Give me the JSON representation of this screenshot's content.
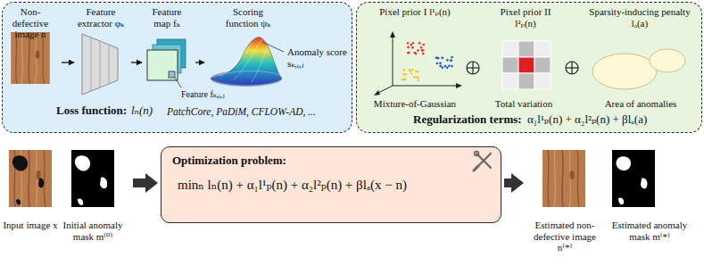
{
  "diagram": {
    "nodes": [
      {
        "text": [
          "Loss function:",
          "lₙ(n)",
          "PatchCore, PaDiM, CFLOW-AD, ..."
        ]
      },
      {
        "text": [
          "Non-defective image n"
        ],
        "in": 0
      },
      {
        "text": [
          "Feature extractor φₖ"
        ],
        "in": 0
      },
      {
        "text": [
          "Feature map fₖ"
        ],
        "in": 0
      },
      {
        "text": [
          "Scoring function ψₖ"
        ],
        "in": 0
      },
      {
        "text": [
          "Regularization terms:",
          "α₁l¹ₚ(n) + α₂l²ₚ(n) + βlₐ(a)"
        ]
      },
      {
        "text": [
          "Pixel prior I l¹ₚ(n)",
          "Mixture-of-Gaussian"
        ],
        "in": 5
      },
      {
        "text": [
          "Pixel prior II l²ₚ(n)",
          "Total variation"
        ],
        "in": 5
      },
      {
        "text": [
          "Sparsity-inducing penalty lₐ(a)",
          "Area of anomalies"
        ],
        "in": 5
      },
      {
        "text": [
          "Input image x"
        ]
      },
      {
        "text": [
          "Initial anomaly mask m⁽⁰⁾"
        ]
      },
      {
        "text": [
          "Optimization problem:",
          "minₙ lₙ(n) + α₁l¹ₚ(n) + α₂l²ₚ(n) + βlₐ(x − n)"
        ]
      },
      {
        "text": [
          "Estimated non-defective image n⁽*⁾"
        ]
      },
      {
        "text": [
          "Estimated anomaly mask m⁽*⁾"
        ]
      }
    ],
    "edges": [
      {
        "from": 1,
        "to": 2,
        "arrow": "to"
      },
      {
        "from": 2,
        "to": 3,
        "arrow": "to"
      },
      {
        "from": 3,
        "to": 4,
        "arrow": "to"
      },
      {
        "from": 10,
        "to": 11,
        "arrow": "to"
      },
      {
        "from": 11,
        "to": 12,
        "arrow": "to"
      }
    ],
    "labels": [
      "Feature fₖ,ᵢ,ⱼ",
      "Anomaly score sₖ,ᵢ,ⱼ"
    ]
  }
}
